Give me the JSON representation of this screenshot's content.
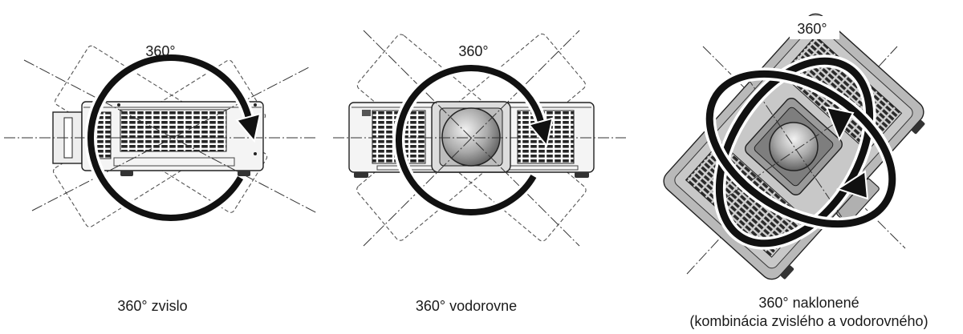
{
  "panels": [
    {
      "angle_label": "360°",
      "caption": "360° zvislo"
    },
    {
      "angle_label": "360°",
      "caption": "360° vodorovne"
    },
    {
      "angle_label": "360°",
      "caption_lines": [
        "360° naklonené",
        "(kombinácia zvislého a vodorovného)"
      ]
    }
  ],
  "colors": {
    "line": "#222222",
    "projector_light": "#f4f4f4",
    "projector_tilted": "#b9b9b9",
    "arrow": "#111111"
  }
}
